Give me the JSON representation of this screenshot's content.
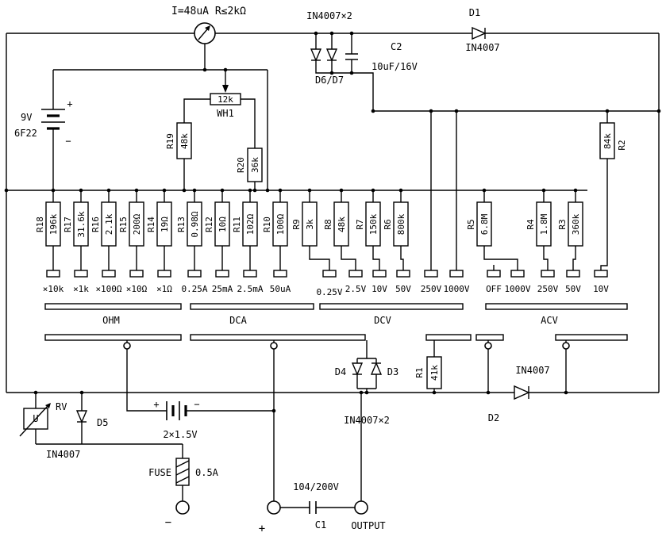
{
  "meter": {
    "note": "I=48uA  R≤2kΩ"
  },
  "battery9v": {
    "voltage": "9V",
    "model": "6F22",
    "plus": "+",
    "minus": "−"
  },
  "battery3v": {
    "value": "2×1.5V",
    "plus": "+",
    "minus": "−"
  },
  "potentiometer": {
    "ref": "WH1",
    "value": "12k"
  },
  "diodes": {
    "d1": {
      "ref": "D1",
      "part": "IN4007"
    },
    "d67": {
      "label": "D6/D7",
      "part": "IN4007×2"
    },
    "d2": {
      "ref": "D2",
      "part": "IN4007"
    },
    "d34": {
      "d4": "D4",
      "d3": "D3",
      "part": "IN4007×2"
    },
    "d5": {
      "ref": "D5",
      "part": "IN4007"
    }
  },
  "capacitors": {
    "c2": {
      "ref": "C2",
      "value": "10uF/16V"
    },
    "c1": {
      "ref": "C1",
      "value": "104/200V"
    }
  },
  "varistor": {
    "u": "U",
    "ref": "RV"
  },
  "fuse": {
    "label": "FUSE",
    "value": "0.5A"
  },
  "resistors": [
    {
      "ref": "R18",
      "value": "196k"
    },
    {
      "ref": "R17",
      "value": "31.6k"
    },
    {
      "ref": "R16",
      "value": "2.1k"
    },
    {
      "ref": "R15",
      "value": "200Ω"
    },
    {
      "ref": "R14",
      "value": "19Ω"
    },
    {
      "ref": "R13",
      "value": "0.98Ω"
    },
    {
      "ref": "R12",
      "value": "10Ω"
    },
    {
      "ref": "R11",
      "value": "102Ω"
    },
    {
      "ref": "R10",
      "value": "100Ω"
    },
    {
      "ref": "R9",
      "value": "3k"
    },
    {
      "ref": "R8",
      "value": "48k"
    },
    {
      "ref": "R7",
      "value": "150k"
    },
    {
      "ref": "R6",
      "value": "800k"
    },
    {
      "ref": "R5",
      "value": "6.8M"
    },
    {
      "ref": "R4",
      "value": "1.8M"
    },
    {
      "ref": "R3",
      "value": "360k"
    },
    {
      "ref": "R2",
      "value": "84k"
    },
    {
      "ref": "R19",
      "value": "48k"
    },
    {
      "ref": "R20",
      "value": "36k"
    },
    {
      "ref": "R1",
      "value": "41k"
    }
  ],
  "ranges": {
    "ohm": [
      "×10k",
      "×1k",
      "×100Ω",
      "×10Ω",
      "×1Ω"
    ],
    "dca": [
      "0.25A",
      "25mA",
      "2.5mA",
      "50uA"
    ],
    "dcv": [
      "0.25V",
      "2.5V",
      "10V",
      "50V",
      "250V",
      "1000V"
    ],
    "off": "OFF",
    "acv": [
      "1000V",
      "250V",
      "50V",
      "10V"
    ]
  },
  "sections": {
    "ohm": "OHM",
    "dca": "DCA",
    "dcv": "DCV",
    "acv": "ACV"
  },
  "terminals": {
    "minus": "−",
    "plus": "+",
    "output": "OUTPUT"
  }
}
